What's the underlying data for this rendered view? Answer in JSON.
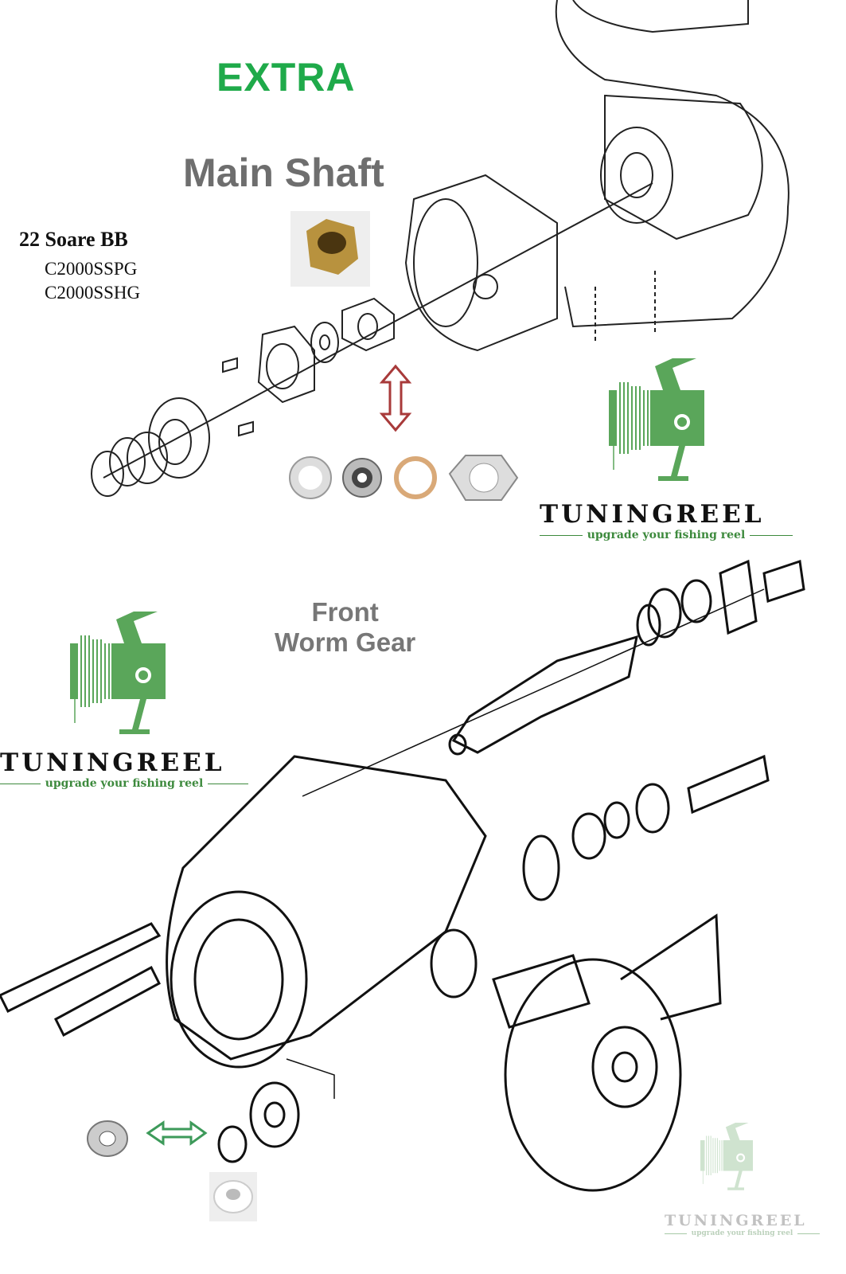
{
  "headings": {
    "extra": "EXTRA",
    "main_shaft": "Main Shaft",
    "front_line1": "Front",
    "front_line2": "Worm Gear"
  },
  "reel": {
    "model": "22 Soare BB",
    "variants": [
      "C2000SSPG",
      "C2000SSHG"
    ]
  },
  "logos": [
    {
      "brand": "TUNINGREEL",
      "tagline": "upgrade your fishing reel"
    },
    {
      "brand": "TUNINGREEL",
      "tagline": "upgrade your fishing reel"
    },
    {
      "brand": "TUNINGREEL",
      "tagline": "upgrade your fishing reel"
    }
  ],
  "colors": {
    "green": "#1faa4a",
    "logo_green": "#5aa65a",
    "arrow_red": "#a83a3a",
    "arrow_green": "#3d9a5a"
  }
}
